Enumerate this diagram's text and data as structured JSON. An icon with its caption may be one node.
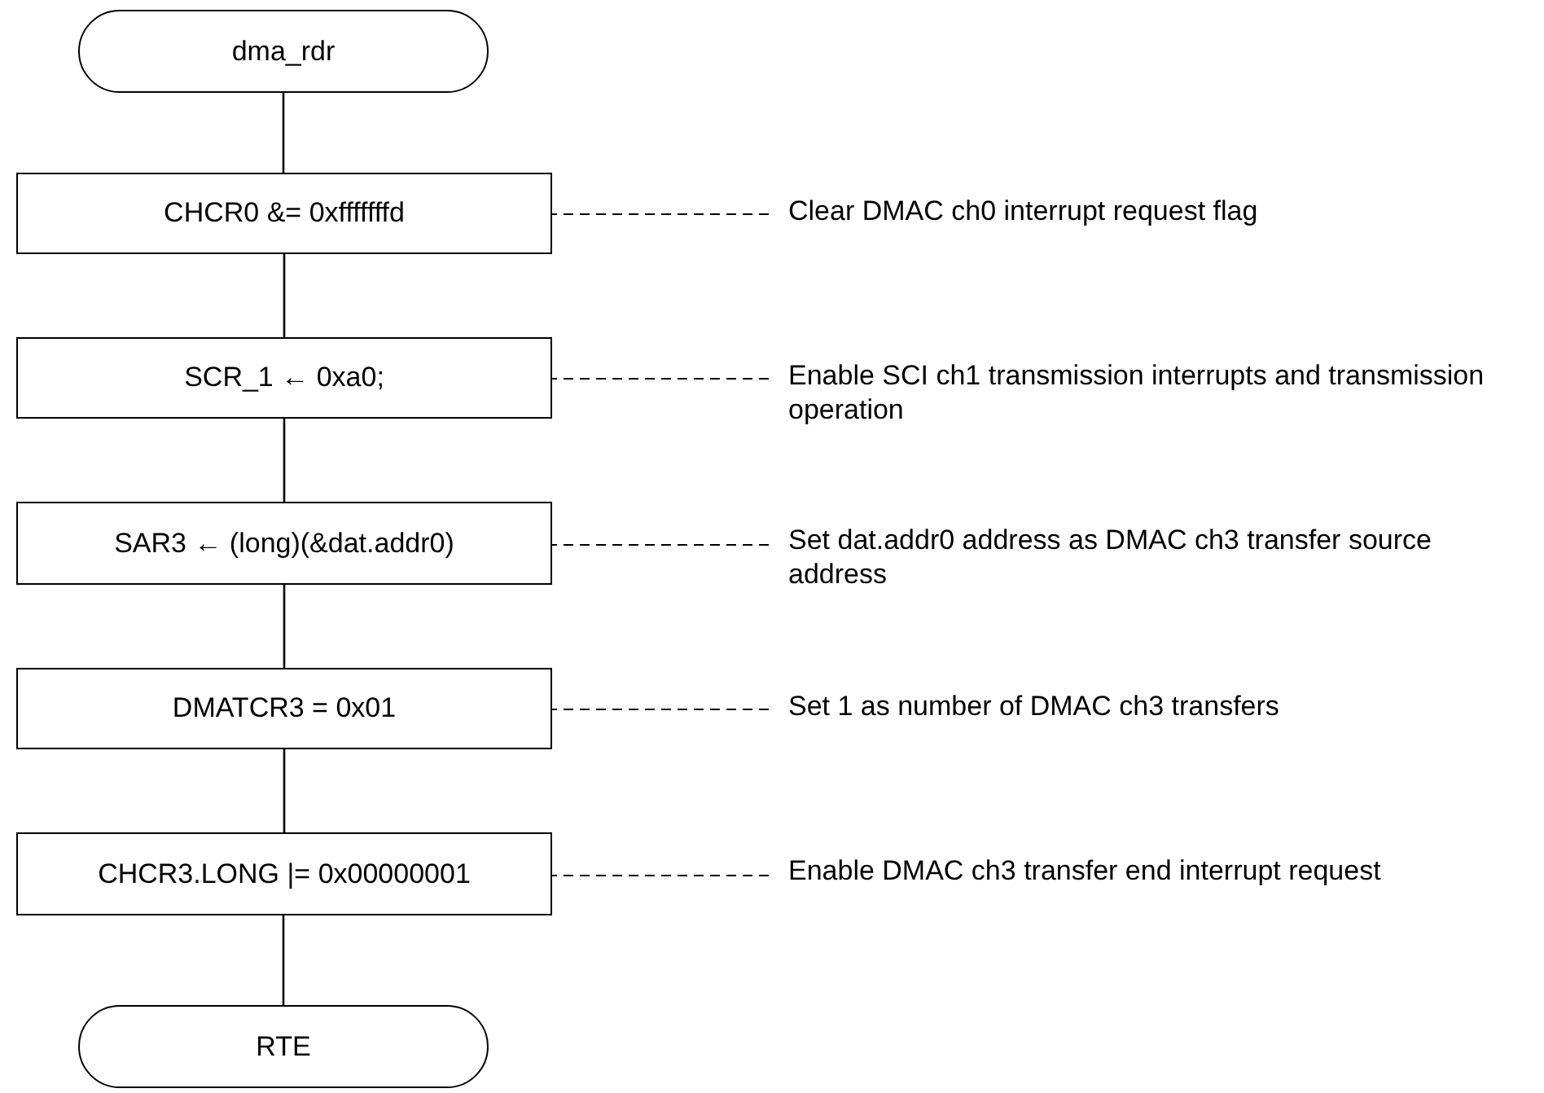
{
  "diagram": {
    "nodes": [
      {
        "text": [
          "dma_rdr"
        ]
      },
      {
        "text": [
          "CHCR0 &= 0xfffffffd"
        ]
      },
      {
        "text": [
          "Clear DMAC ch0 interrupt request flag"
        ]
      },
      {
        "text": [
          "SCR_1 ← 0xa0;"
        ]
      },
      {
        "text": [
          "Enable SCI ch1 transmission interrupts and transmission operation"
        ]
      },
      {
        "text": [
          "SAR3 ← (long)(&dat.addr0)"
        ]
      },
      {
        "text": [
          "Set dat.addr0 address as DMAC ch3 transfer source address"
        ]
      },
      {
        "text": [
          "DMATCR3 = 0x01"
        ]
      },
      {
        "text": [
          "Set 1 as number of DMAC ch3 transfers"
        ]
      },
      {
        "text": [
          "CHCR3.LONG |= 0x00000001"
        ]
      },
      {
        "text": [
          "Enable DMAC ch3 transfer end interrupt request"
        ]
      },
      {
        "text": [
          "RTE"
        ]
      }
    ],
    "edges": [
      {
        "from": 0,
        "to": 1,
        "arrow": "none"
      },
      {
        "from": 1,
        "to": 3,
        "arrow": "none"
      },
      {
        "from": 3,
        "to": 5,
        "arrow": "none"
      },
      {
        "from": 5,
        "to": 7,
        "arrow": "none"
      },
      {
        "from": 7,
        "to": 9,
        "arrow": "none"
      },
      {
        "from": 9,
        "to": 11,
        "arrow": "none"
      },
      {
        "from": 2,
        "to": 1,
        "arrow": "none",
        "style": "dashed"
      },
      {
        "from": 4,
        "to": 3,
        "arrow": "none",
        "style": "dashed"
      },
      {
        "from": 6,
        "to": 5,
        "arrow": "none",
        "style": "dashed"
      },
      {
        "from": 8,
        "to": 7,
        "arrow": "none",
        "style": "dashed"
      },
      {
        "from": 10,
        "to": 9,
        "arrow": "none",
        "style": "dashed"
      }
    ]
  }
}
